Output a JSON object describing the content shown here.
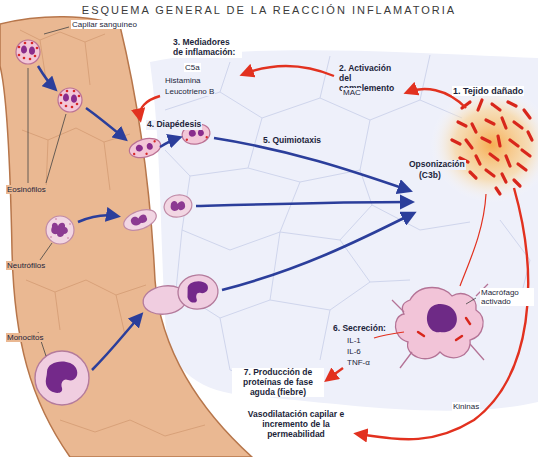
{
  "diagram": {
    "title": "ESQUEMA GENERAL DE LA REACCIÓN INFLAMATORIA",
    "labels": [
      "Capilar sanguíneo",
      "3. Mediadores de inflamación:",
      "C5a",
      "Histamina",
      "Leucotrieno B",
      "2. Activación del complemento",
      "MAC",
      "1. Tejido dañado",
      "4. Diapédesis",
      "5. Quimiotaxis",
      "Opsonización",
      "(C3b)",
      "Eosinófilos",
      "Neutrófilos",
      "Monocitos",
      "6. Secreción:",
      "IL-1",
      "IL-6",
      "TNF-α",
      "Macrófago activado",
      "7. Producción de proteínas de fase aguda (fiebre)",
      "Vasodilatación capilar e incremento de la permeabilidad",
      "Kininas"
    ]
  }
}
